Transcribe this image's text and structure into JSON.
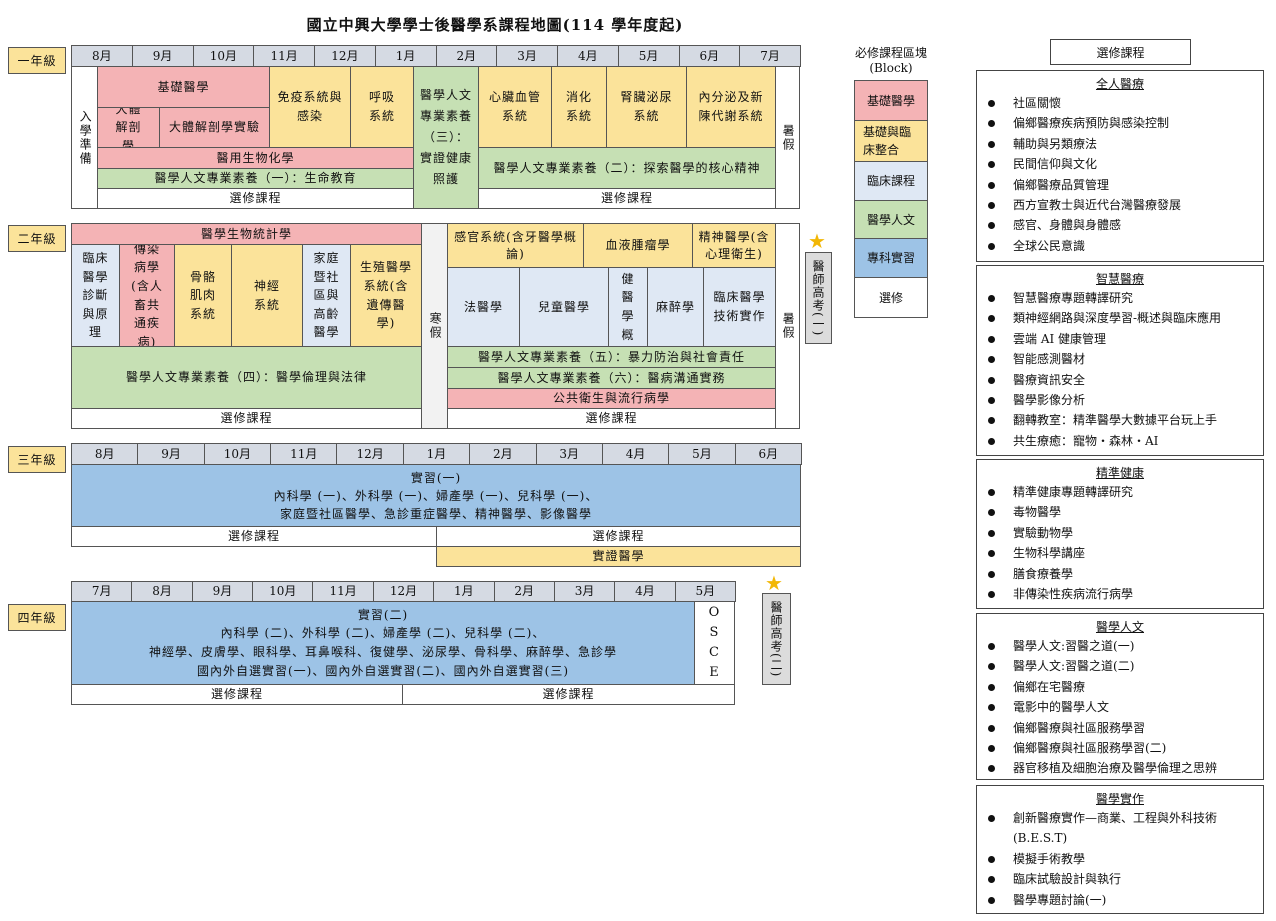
{
  "title": "國立中興大學學士後醫學系課程地圖(114 學年度起)",
  "year1": {
    "grade": "一年級",
    "months": [
      "8月",
      "9月",
      "10月",
      "11月",
      "12月",
      "1月",
      "2月",
      "3月",
      "4月",
      "5月",
      "6月",
      "7月"
    ],
    "prep": "入學準備",
    "basic_med": "基礎醫學",
    "anatomy": "大體解剖學",
    "anatomy_lab": "大體解剖學實驗",
    "immuno": "免疫系統與感染",
    "resp": "呼吸系統",
    "humanities3": "醫學人文專業素養（三）：實證健康照護",
    "cardio": "心臟血管系統",
    "digest": "消化系統",
    "renal": "腎臟泌尿系統",
    "endo": "內分泌及新陳代謝系統",
    "summer": "暑假",
    "biochem": "醫用生物化學",
    "humanities1": "醫學人文專業素養（一）：生命教育",
    "humanities2": "醫學人文專業素養（二）：探索醫學的核心精神",
    "elective_a": "選修課程",
    "elective_b": "選修課程"
  },
  "year2": {
    "grade": "二年級",
    "biostat": "醫學生物統計學",
    "clinical_dx": "臨床醫學診斷與原理",
    "infect": "傳染病學(含人畜共通疾病)",
    "msk": "骨骼肌肉系統",
    "neuro": "神經系統",
    "family": "家庭暨社區與高齡醫學",
    "repro": "生殖醫學系統(含遺傳醫學)",
    "winter": "寒假",
    "sense": "感官系統(含牙醫學概論)",
    "heme": "血液腫瘤學",
    "psych": "精神醫學(含心理衛生)",
    "forensic": "法醫學",
    "peds": "兒童醫學",
    "rehab": "復健醫學概論",
    "anesth": "麻醉學",
    "lab": "臨床醫學技術實作",
    "summer": "暑假",
    "humanities4": "醫學人文專業素養（四）：醫學倫理與法律",
    "humanities5": "醫學人文專業素養（五）：暴力防治與社會責任",
    "humanities6": "醫學人文專業素養（六）：醫病溝通實務",
    "public_health": "公共衛生與流行病學",
    "elective_a": "選修課程",
    "elective_b": "選修課程",
    "exam": "醫師高考(一)"
  },
  "year3": {
    "grade": "三年級",
    "months": [
      "8月",
      "9月",
      "10月",
      "11月",
      "12月",
      "1月",
      "2月",
      "3月",
      "4月",
      "5月",
      "6月"
    ],
    "intern_title": "實習(一)",
    "intern_line1": "內科學 (一)、外科學 (一)、婦產學 (一)、兒科學 (一)、",
    "intern_line2": "家庭暨社區醫學、急診重症醫學、精神醫學、影像醫學",
    "elective_a": "選修課程",
    "elective_b": "選修課程",
    "evidence": "實證醫學"
  },
  "year4": {
    "grade": "四年級",
    "months": [
      "7月",
      "8月",
      "9月",
      "10月",
      "11月",
      "12月",
      "1月",
      "2月",
      "3月",
      "4月",
      "5月"
    ],
    "intern_title": "實習(二)",
    "intern_line1": "內科學 (二)、外科學 (二)、婦產學 (二)、兒科學 (二)、",
    "intern_line2": "神經學、皮膚學、眼科學、耳鼻喉科、復健學、泌尿學、骨科學、麻醉學、急診學",
    "intern_line3": "國內外自選實習(一)、國內外自選實習(二)、國內外自選實習(三)",
    "osce": "OSCE",
    "elective_a": "選修課程",
    "elective_b": "選修課程",
    "exam": "醫師高考(二)"
  },
  "legend": {
    "title": "必修課程區塊(Block)",
    "items": [
      "基礎醫學",
      "基礎與臨床整合",
      "臨床課程",
      "醫學人文",
      "專科實習",
      "選修"
    ],
    "colors": [
      "#f4b3b5",
      "#fbe39a",
      "#dfe8f4",
      "#c6e0b4",
      "#9dc3e6",
      "#ffffff"
    ]
  },
  "electives": {
    "title": "選修課程",
    "groups": [
      {
        "name": "全人醫療",
        "items": [
          "社區關懷",
          "偏鄉醫療疾病預防與感染控制",
          "輔助與另類療法",
          "民間信仰與文化",
          "偏鄉醫療品質管理",
          "西方宣教士與近代台灣醫療發展",
          "感官、身體與身體感",
          "全球公民意識"
        ]
      },
      {
        "name": "智慧醫療",
        "items": [
          "智慧醫療專題轉譯研究",
          "類神經網路與深度學習-概述與臨床應用",
          "雲端 AI 健康管理",
          "智能感測醫材",
          "醫療資訊安全",
          "醫學影像分析",
          "翻轉教室：精準醫學大數據平台玩上手",
          "共生療癒：寵物・森林・AI"
        ]
      },
      {
        "name": "精準健康",
        "items": [
          "精準健康專題轉譯研究",
          "毒物醫學",
          "實驗動物學",
          "生物科學講座",
          "膳食療養學",
          "非傳染性疾病流行病學"
        ]
      },
      {
        "name": "醫學人文",
        "items": [
          "醫學人文:習醫之道(一)",
          "醫學人文:習醫之道(二)",
          "偏鄉在宅醫療",
          "電影中的醫學人文",
          "偏鄉醫療與社區服務學習",
          "偏鄉醫療與社區服務學習(二)",
          "器官移植及細胞治療及醫學倫理之思辨"
        ]
      },
      {
        "name": "醫學實作",
        "items": [
          "創新醫療實作—商業、工程與外科技術(B.E.S.T)",
          "模擬手術教學",
          "臨床試驗設計與執行",
          "醫學專題討論(一)"
        ]
      }
    ]
  }
}
